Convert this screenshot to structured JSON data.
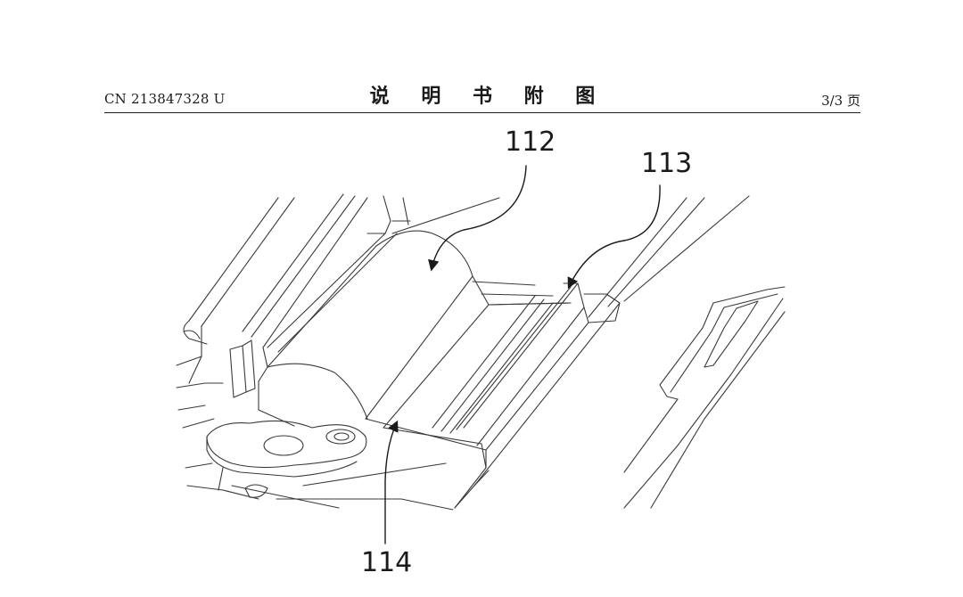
{
  "header": {
    "publication_number": "CN 213847328 U",
    "document_title": "说 明 书 附 图",
    "page_indicator": "3/3 页"
  },
  "figure": {
    "reference_labels": {
      "label_112": "112",
      "label_113": "113",
      "label_114": "114"
    }
  }
}
